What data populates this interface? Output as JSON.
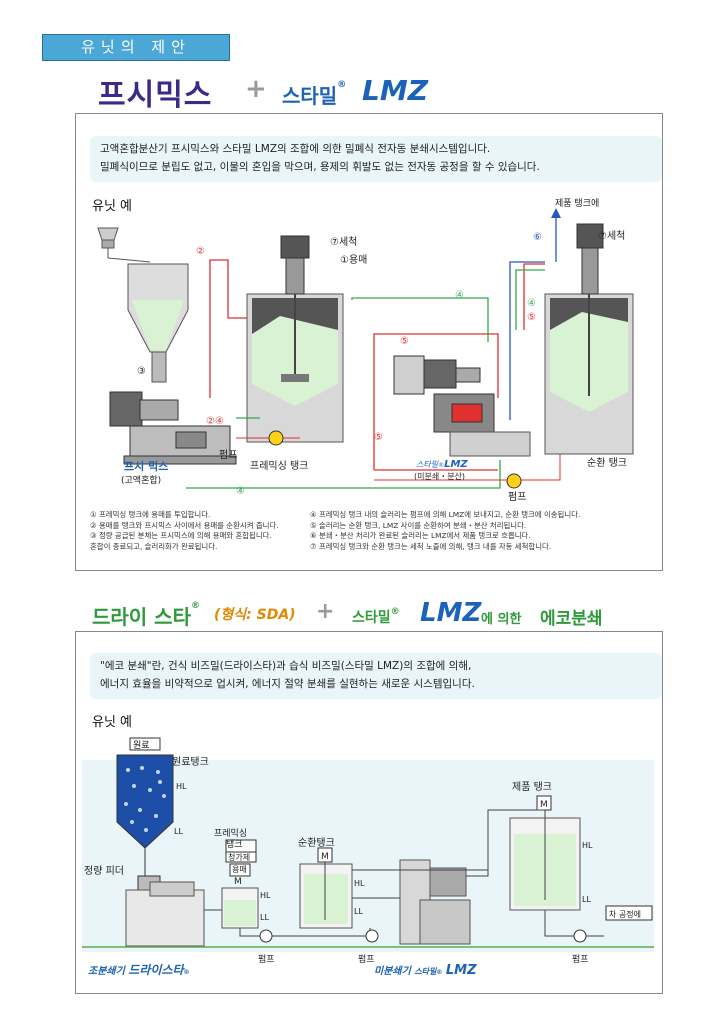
{
  "section_tag": "유닛의 제안",
  "section1": {
    "title_a": "프시믹스",
    "plus": "+",
    "title_b": "스타밀",
    "reg": "®",
    "title_lmz": "LMZ",
    "intro_line1": "고액혼합분산기 프시믹스와 스타밀 LMZ의 조합에 의한 밀폐식 전자동 분쇄시스템입니다.",
    "intro_line2": "밀폐식이므로 분립도 없고, 이물의 혼입을 막으며, 용제의 휘발도 없는 전자동 공정을 할 수 있습니다.",
    "unit_example": "유닛 예",
    "labels": {
      "product_tank": "제품 탱크에",
      "wash7_left": "⑦세척",
      "solvent1": "①용매",
      "wash7_right": "⑦세척",
      "pump_left": "펌프",
      "premix_tank": "프레믹싱 탱크",
      "circ_tank": "순환 탱크",
      "psimix": "프시 믹스",
      "psimix_sub": "(고액혼합)",
      "starmill": "스타밀",
      "starmill_sub": "(미분쇄・분산)",
      "pump_bottom": "펌프",
      "n2": "②",
      "n3": "③",
      "n4": "④",
      "n5": "⑤",
      "n6": "⑥",
      "n24": "②④"
    },
    "notes_left": [
      "① 프레믹싱 탱크에 용매를 투입합니다.",
      "② 용매를 탱크와 프시믹스 사이에서 용매를 순환시켜 줍니다.",
      "③ 정량 공급된 분체는 프시믹스에 의해 용매와 혼합됩니다.",
      "    혼합이 종료되고, 슬러리화가 완료됩니다."
    ],
    "notes_right": [
      "④ 프레믹싱 탱크 내의 슬러리는 펌프에 의해 LMZ에 보내지고, 순환 탱크에 이송됩니다.",
      "⑤ 슬러리는 순환 탱크, LMZ 사이를 순환하여 분쇄・분산 처리됩니다.",
      "⑥ 분쇄・분산 처리가 완료된 슬러리는 LMZ에서 제품 탱크로 흐릅니다.",
      "⑦ 프레믹싱 탱크와 순환 탱크는 세척 노즐에 의해, 탱크 내를 자동 세척합니다."
    ]
  },
  "section2": {
    "title_a": "드라이 스타",
    "reg": "®",
    "title_model": "(형식: SDA)",
    "plus": "+",
    "title_b": "스타밀",
    "title_lmz": "LMZ",
    "title_c": "에 의한",
    "title_d": "에코분쇄",
    "intro_line1": "\"에코 분쇄\"란, 건식 비즈밀(드라이스타)과 습식 비즈밀(스타밀 LMZ)의 조합에 의해,",
    "intro_line2": "에너지 효율을 비약적으로 업시켜, 에너지 절약 분쇄를 실현하는 새로운 시스템입니다.",
    "unit_example": "유닛 예",
    "labels": {
      "raw": "원료",
      "raw_tank": "원료탱크",
      "hl": "HL",
      "ll": "LL",
      "premix_tank_l1": "프레믹싱",
      "premix_tank_l2": "탱크",
      "dispersant": "청가제",
      "solvent": "용매",
      "motor": "M",
      "circ_tank": "순환탱크",
      "product_tank": "제품 탱크",
      "feeder": "정량 피더",
      "next_step": "차 공정에",
      "pump": "펌프",
      "dry_label_a": "조분쇄기",
      "dry_label_b": "드라이스타",
      "wet_label_a": "미분쇄기",
      "wet_label_b": "스타밀",
      "wet_label_c": "LMZ"
    }
  },
  "colors": {
    "accent_blue": "#1c62b8",
    "purple": "#3b2a86",
    "green_title": "#2e9a3a",
    "liquid": "#d9f2d4",
    "dark_tank": "#4a4a4a",
    "red_line": "#e03030",
    "green_line": "#35a84a"
  }
}
